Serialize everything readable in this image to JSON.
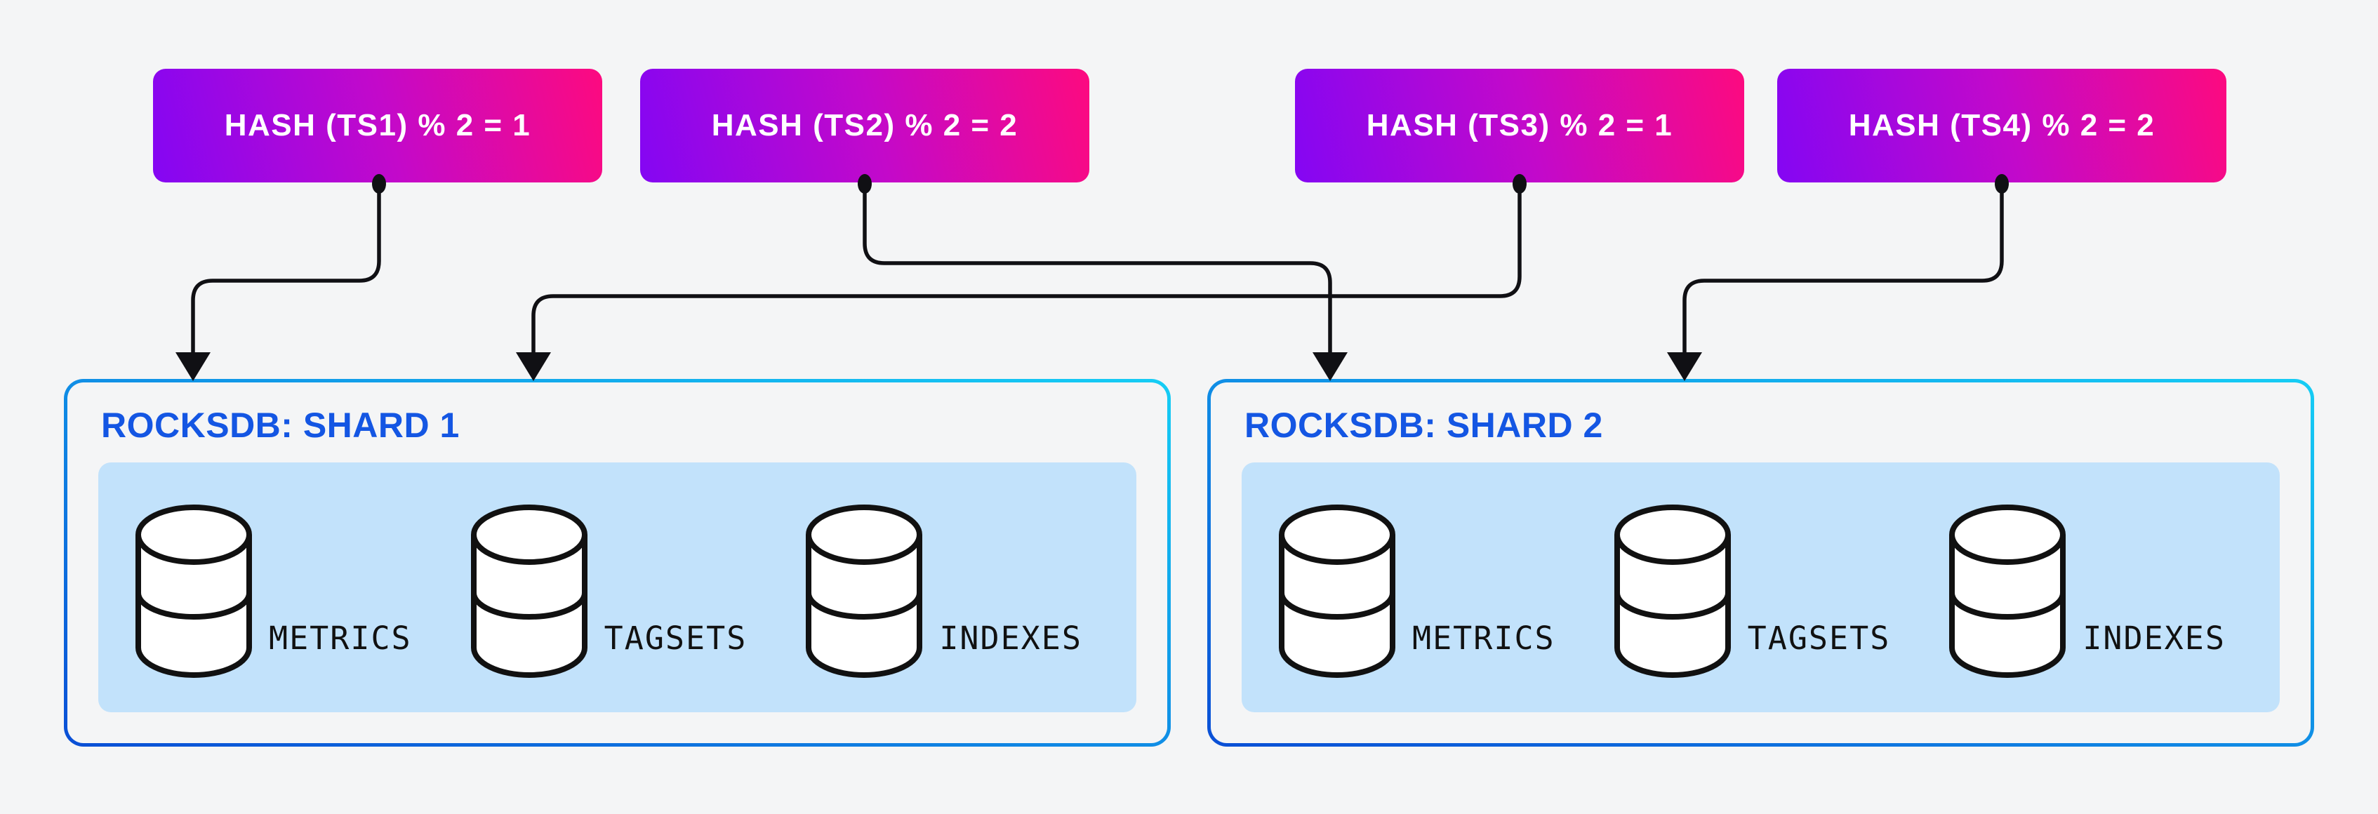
{
  "page": {
    "background_color": "#f4f5f6",
    "accent_blue": "#1456e3",
    "panel_blue": "#c2e2fb",
    "border_gradient": [
      "#0a4fd6",
      "#15cdf5"
    ],
    "hash_gradient": [
      "#8406f3",
      "#c309ca",
      "#fd0a7f"
    ],
    "connector_color": "#101014"
  },
  "hash_boxes": [
    {
      "label": "HASH (TS1) % 2 = 1"
    },
    {
      "label": "HASH (TS2) % 2 = 2"
    },
    {
      "label": "HASH (TS3) % 2 = 1"
    },
    {
      "label": "HASH (TS4) % 2 = 2"
    }
  ],
  "connections": [
    {
      "from": "HASH (TS1) % 2 = 1",
      "to": "ROCKSDB: SHARD 1"
    },
    {
      "from": "HASH (TS2) % 2 = 2",
      "to": "ROCKSDB: SHARD 2"
    },
    {
      "from": "HASH (TS3) % 2 = 1",
      "to": "ROCKSDB: SHARD 1"
    },
    {
      "from": "HASH (TS4) % 2 = 2",
      "to": "ROCKSDB: SHARD 2"
    }
  ],
  "shards": [
    {
      "title": "ROCKSDB: SHARD 1",
      "stores": [
        {
          "label": "METRICS"
        },
        {
          "label": "TAGSETS"
        },
        {
          "label": "INDEXES"
        }
      ]
    },
    {
      "title": "ROCKSDB: SHARD 2",
      "stores": [
        {
          "label": "METRICS"
        },
        {
          "label": "TAGSETS"
        },
        {
          "label": "INDEXES"
        }
      ]
    }
  ]
}
